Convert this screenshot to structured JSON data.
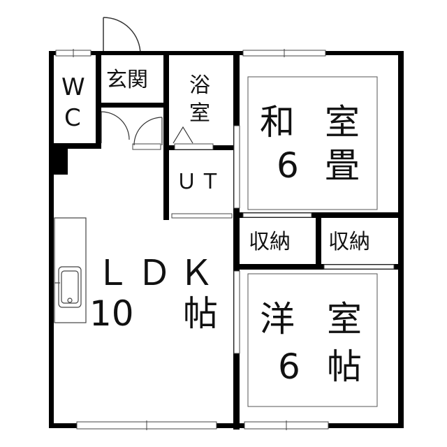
{
  "rooms": {
    "wc": {
      "w": "W",
      "c": "C"
    },
    "genkan": {
      "label": "玄関"
    },
    "bath": {
      "line1": "浴",
      "line2": "室"
    },
    "ut": {
      "label": "ＵＴ"
    },
    "washitsu": {
      "name1": "和",
      "name2": "室",
      "size_num": "6",
      "size_unit": "畳"
    },
    "storage1": {
      "label": "収納"
    },
    "storage2": {
      "label": "収納"
    },
    "ldk": {
      "name": "ＬＤＫ",
      "size_num": "10",
      "size_unit": "帖"
    },
    "youshitsu": {
      "name1": "洋",
      "name2": "室",
      "size_num": "6",
      "size_unit": "帖"
    }
  }
}
